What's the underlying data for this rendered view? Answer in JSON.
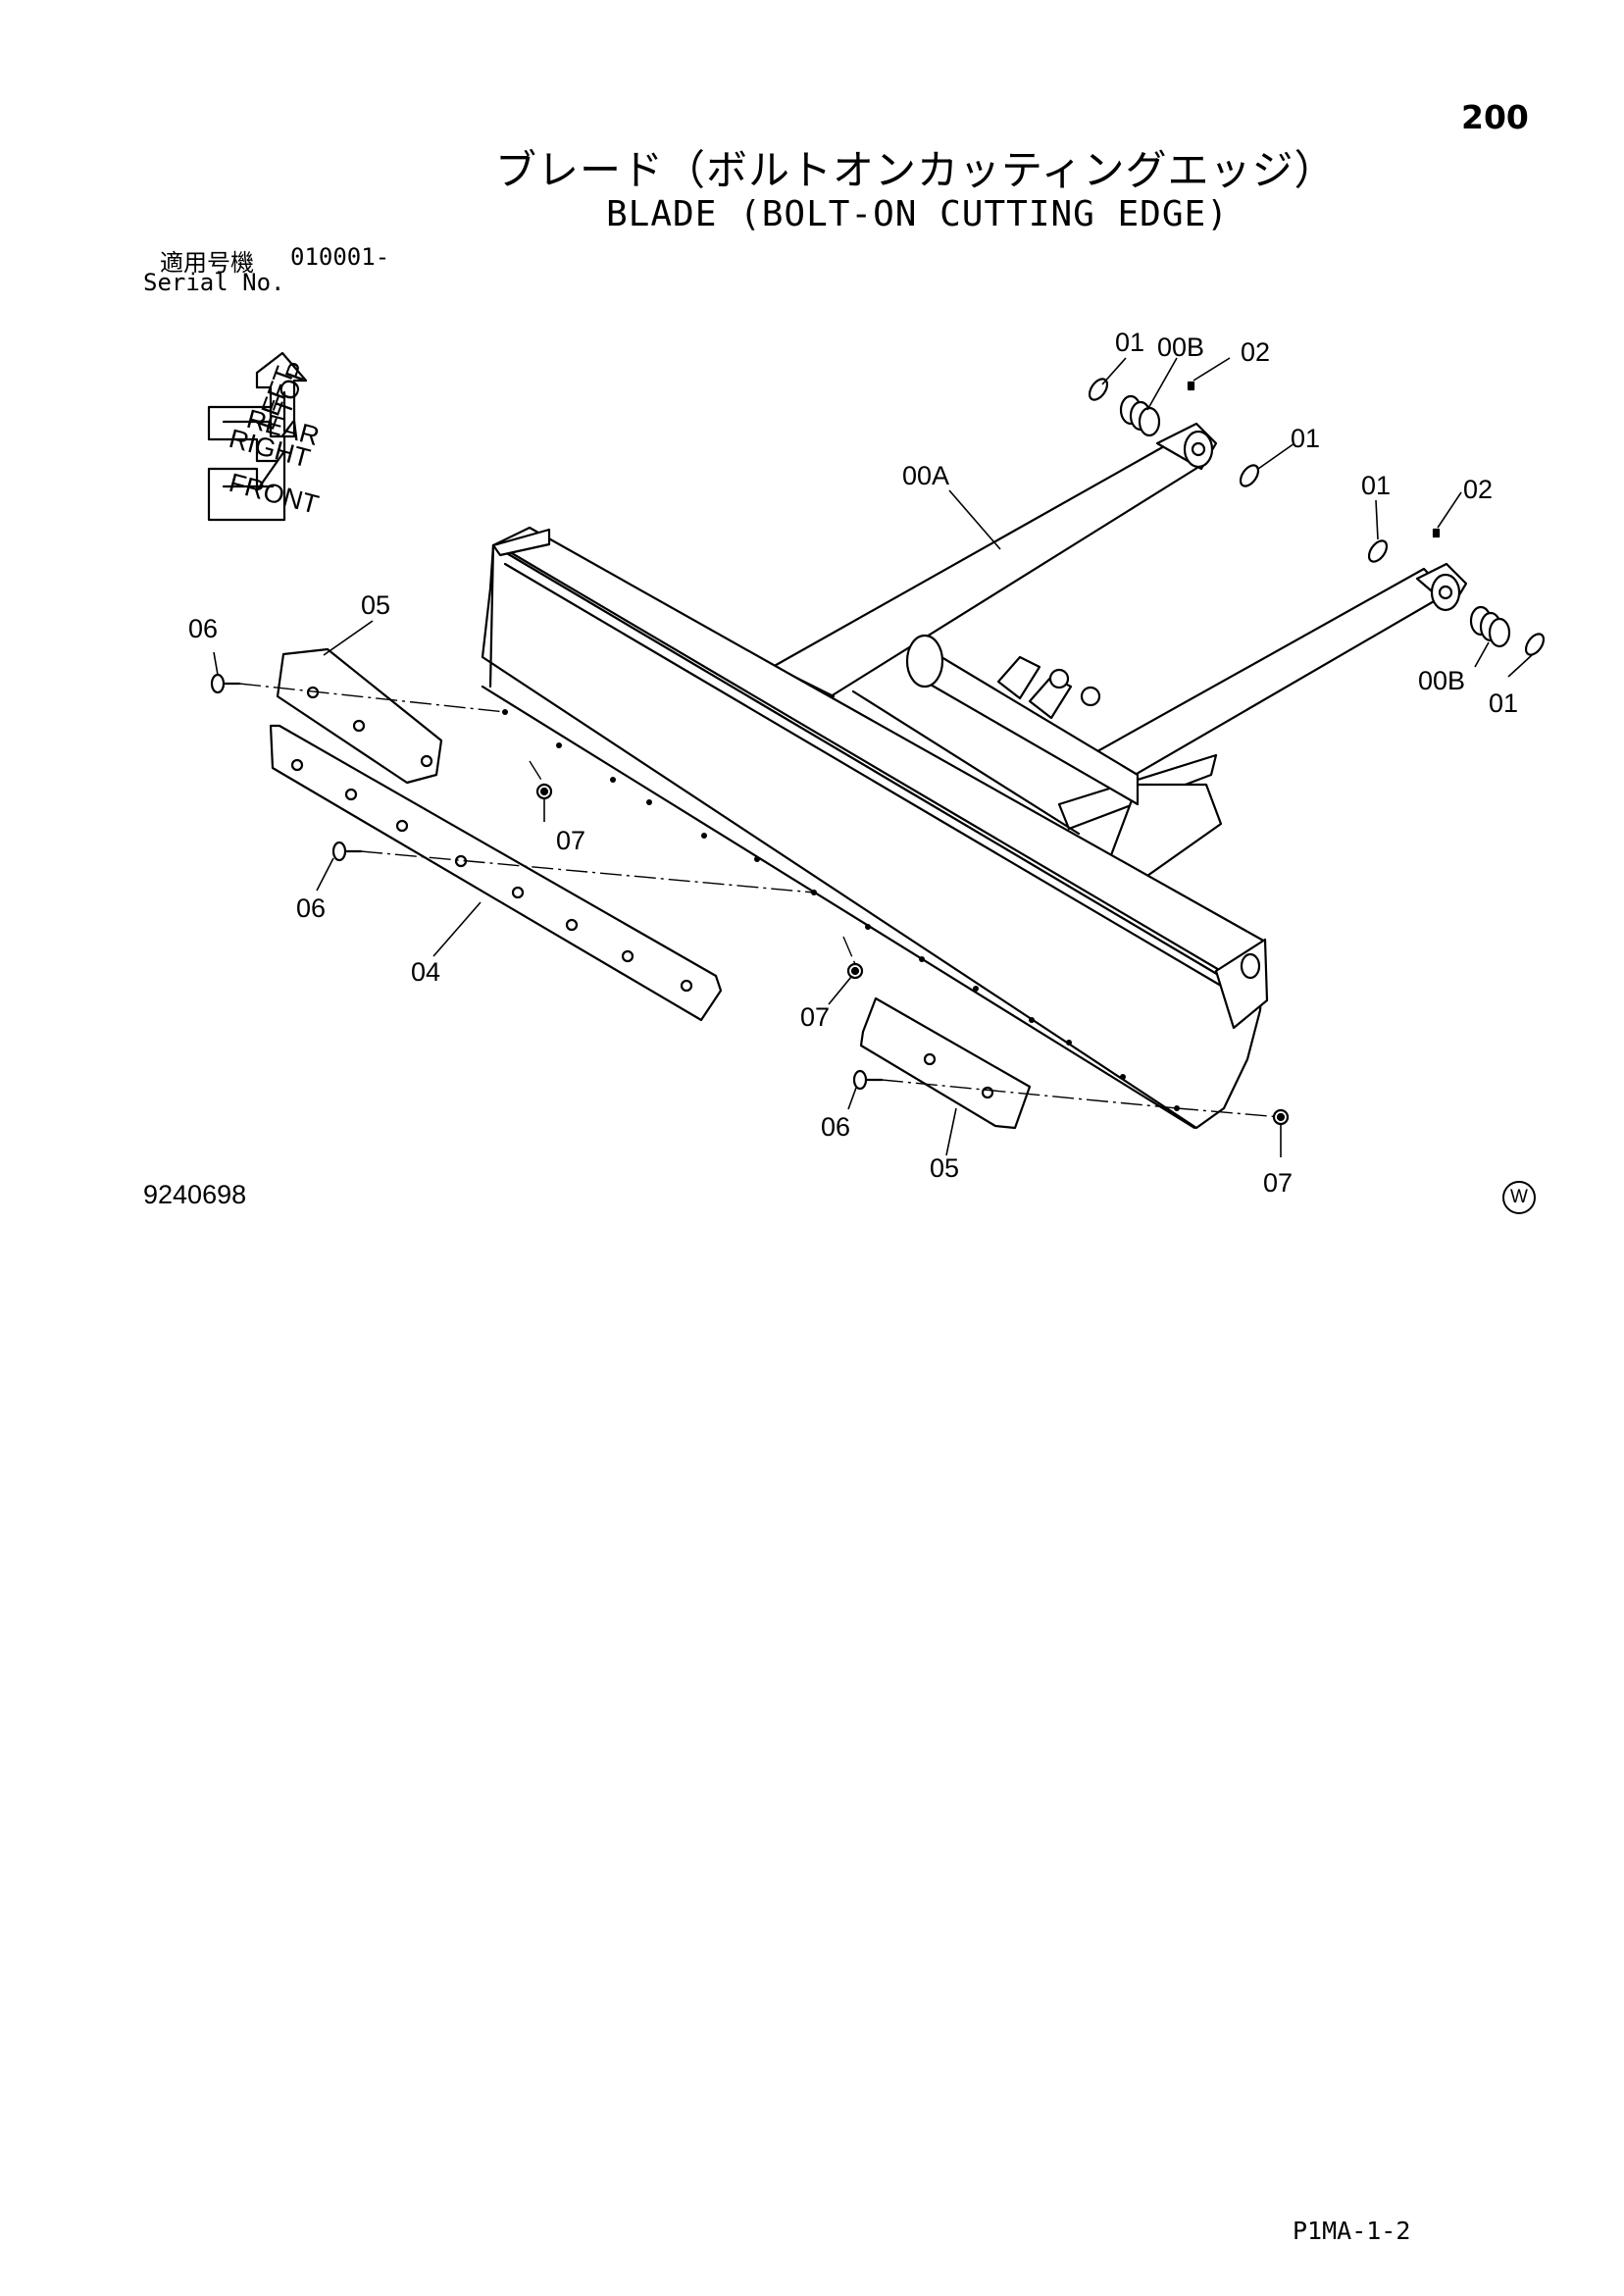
{
  "header": {
    "page_number": "200",
    "title_jp": "ブレード（ボルトオンカッティングエッジ）",
    "title_en": "BLADE (BOLT-ON CUTTING EDGE)",
    "serial_label_jp": "適用号機",
    "serial_code": "010001-",
    "serial_label_en": "Serial No."
  },
  "orientation_icon": {
    "labels": [
      "TOP",
      "REAR",
      "LEFT",
      "RIGHT",
      "FRONT"
    ]
  },
  "callouts": {
    "c01_a": "01",
    "c00b_a": "00B",
    "c02_a": "02",
    "c01_b": "01",
    "c00a": "00A",
    "c01_c": "01",
    "c02_b": "02",
    "c00b_b": "00B",
    "c01_d": "01",
    "c06_a": "06",
    "c05_a": "05",
    "c07_a": "07",
    "c06_b": "06",
    "c04": "04",
    "c07_b": "07",
    "c06_c": "06",
    "c05_b": "05",
    "c07_c": "07"
  },
  "footer": {
    "drawing_number": "9240698",
    "w_mark": "W",
    "page_code": "P1MA-1-2"
  }
}
